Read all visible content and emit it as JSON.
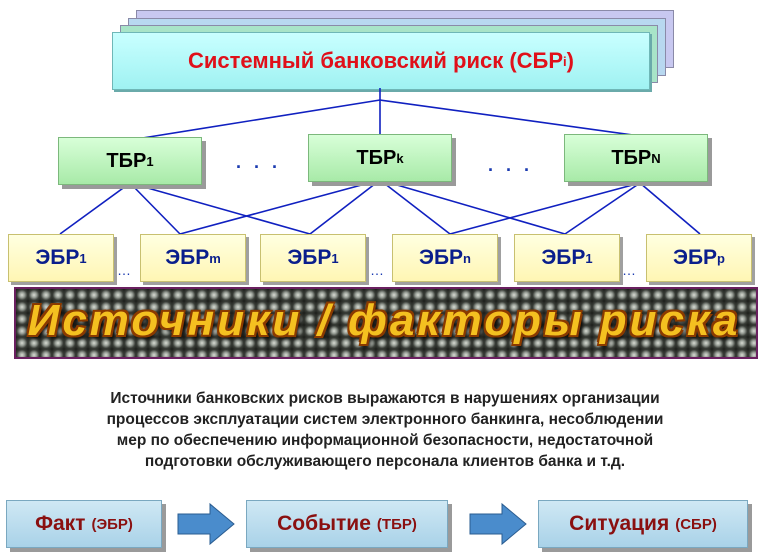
{
  "top": {
    "text": "Системный банковский риск (СБР",
    "sub": "i",
    "close": ")"
  },
  "tbr": [
    {
      "base": "ТБР",
      "sub": "1"
    },
    {
      "base": "ТБР ",
      "sub": "k"
    },
    {
      "base": "ТБР ",
      "sub": "N"
    }
  ],
  "tbr_dots": [
    ". . .",
    ". . ."
  ],
  "ebr": [
    {
      "base": "ЭБР",
      "sub": "1"
    },
    {
      "base": "ЭБР",
      "sub": "m"
    },
    {
      "base": "ЭБР",
      "sub": "1"
    },
    {
      "base": "ЭБР",
      "sub": "n"
    },
    {
      "base": "ЭБР",
      "sub": "1"
    },
    {
      "base": "ЭБР",
      "sub": "p"
    }
  ],
  "ebr_dots": [
    "…",
    "…",
    "…"
  ],
  "band": "Источники / факторы риска",
  "paragraph": [
    "Источники банковских рисков выражаются в нарушениях организации",
    "процессов эксплуатации систем электронного банкинга, несоблюдении",
    "мер по обеспечению информационной безопасности, недостаточной",
    "подготовки обслуживающего персонала клиентов банка и т.д."
  ],
  "flow": [
    {
      "main": "Факт",
      "small": "(ЭБР)"
    },
    {
      "main": "Событие",
      "small": "(ТБР)"
    },
    {
      "main": "Ситуация",
      "small": "(СБР)"
    }
  ],
  "colors": {
    "top_text": "#e0101a",
    "ebr_text": "#0a1e8c",
    "lines": "#1020c0",
    "band_text": "#f4c020",
    "flow_text": "#8a1010",
    "arrow": "#4a8ccc"
  }
}
